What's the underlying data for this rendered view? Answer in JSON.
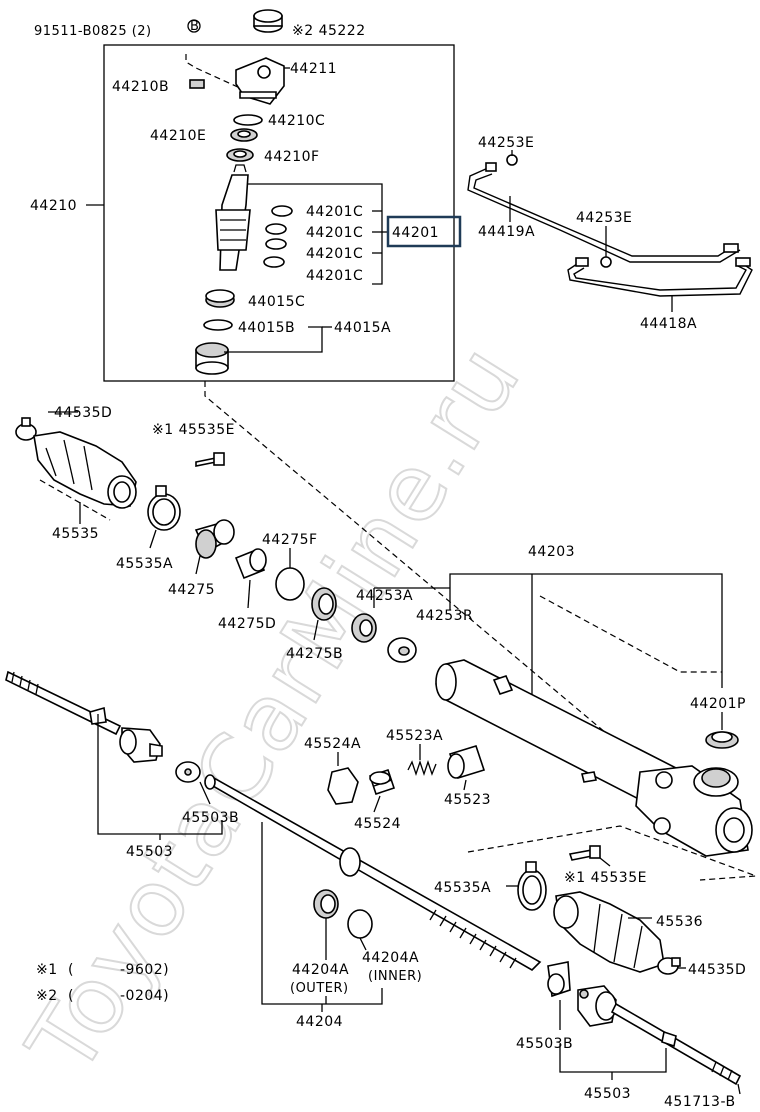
{
  "watermark": "ToyotaCarMine.ru",
  "highlight_color": "#1f3b57",
  "labels": {
    "p91511": "91511-B0825 (2)",
    "circleB": "B",
    "p45222": "※2 45222",
    "p44211": "44211",
    "p44210B": "44210B",
    "p44210C": "44210C",
    "p44210E": "44210E",
    "p44210F": "44210F",
    "p44210": "44210",
    "p44201C_1": "44201C",
    "p44201C_2": "44201C",
    "p44201C_3": "44201C",
    "p44201C_4": "44201C",
    "p44201": "44201",
    "p44015C": "44015C",
    "p44015B": "44015B",
    "p44015A": "44015A",
    "p44253E_1": "44253E",
    "p44419A": "44419A",
    "p44253E_2": "44253E",
    "p44418A": "44418A",
    "p44535D_1": "44535D",
    "p45535E_1": "※1 45535E",
    "p45535": "45535",
    "p45535A_1": "45535A",
    "p44275": "44275",
    "p44275F": "44275F",
    "p44275D": "44275D",
    "p44275B": "44275B",
    "p44253A": "44253A",
    "p44253R": "44253R",
    "p44203": "44203",
    "p44201P": "44201P",
    "p45524A": "45524A",
    "p45523A": "45523A",
    "p45524": "45524",
    "p45523": "45523",
    "p45503B_1": "45503B",
    "p45503_1": "45503",
    "p45535E_2": "※1 45535E",
    "p45535A_2": "45535A",
    "p45536": "45536",
    "p44535D_2": "44535D",
    "p44204A_outer": "44204A",
    "outer": "(OUTER)",
    "p44204A_inner": "44204A",
    "inner": "(INNER)",
    "p44204": "44204",
    "p45503B_2": "45503B",
    "p45503_2": "45503",
    "p451713B": "451713-B"
  },
  "notes": {
    "n1_mark": "※1",
    "n1_paren": "(",
    "n1_value": "-9602)",
    "n2_mark": "※2",
    "n2_paren": "(",
    "n2_value": "-0204)"
  }
}
